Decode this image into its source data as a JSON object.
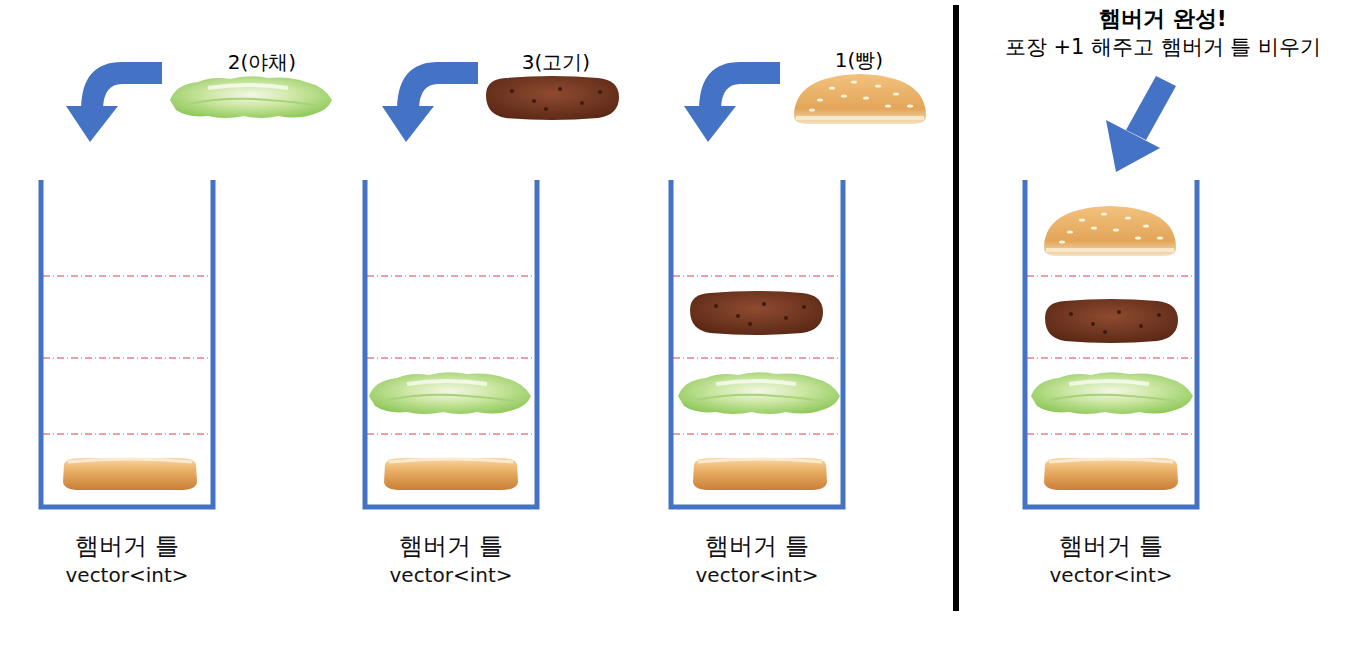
{
  "diagram": {
    "nodes": [
      {
        "text": [
          "햄버거 틀",
          "vector<int>"
        ]
      },
      {
        "text": [
          "햄버거 틀",
          "vector<int>"
        ]
      },
      {
        "text": [
          "햄버거 틀",
          "vector<int>"
        ]
      },
      {
        "text": [
          "햄버거 틀",
          "vector<int>"
        ]
      }
    ],
    "labels": [
      "2(야채)",
      "3(고기)",
      "1(빵)",
      "햄버거 완성!",
      "포장 +1 해주고 햄버거 틀 비우기"
    ]
  }
}
